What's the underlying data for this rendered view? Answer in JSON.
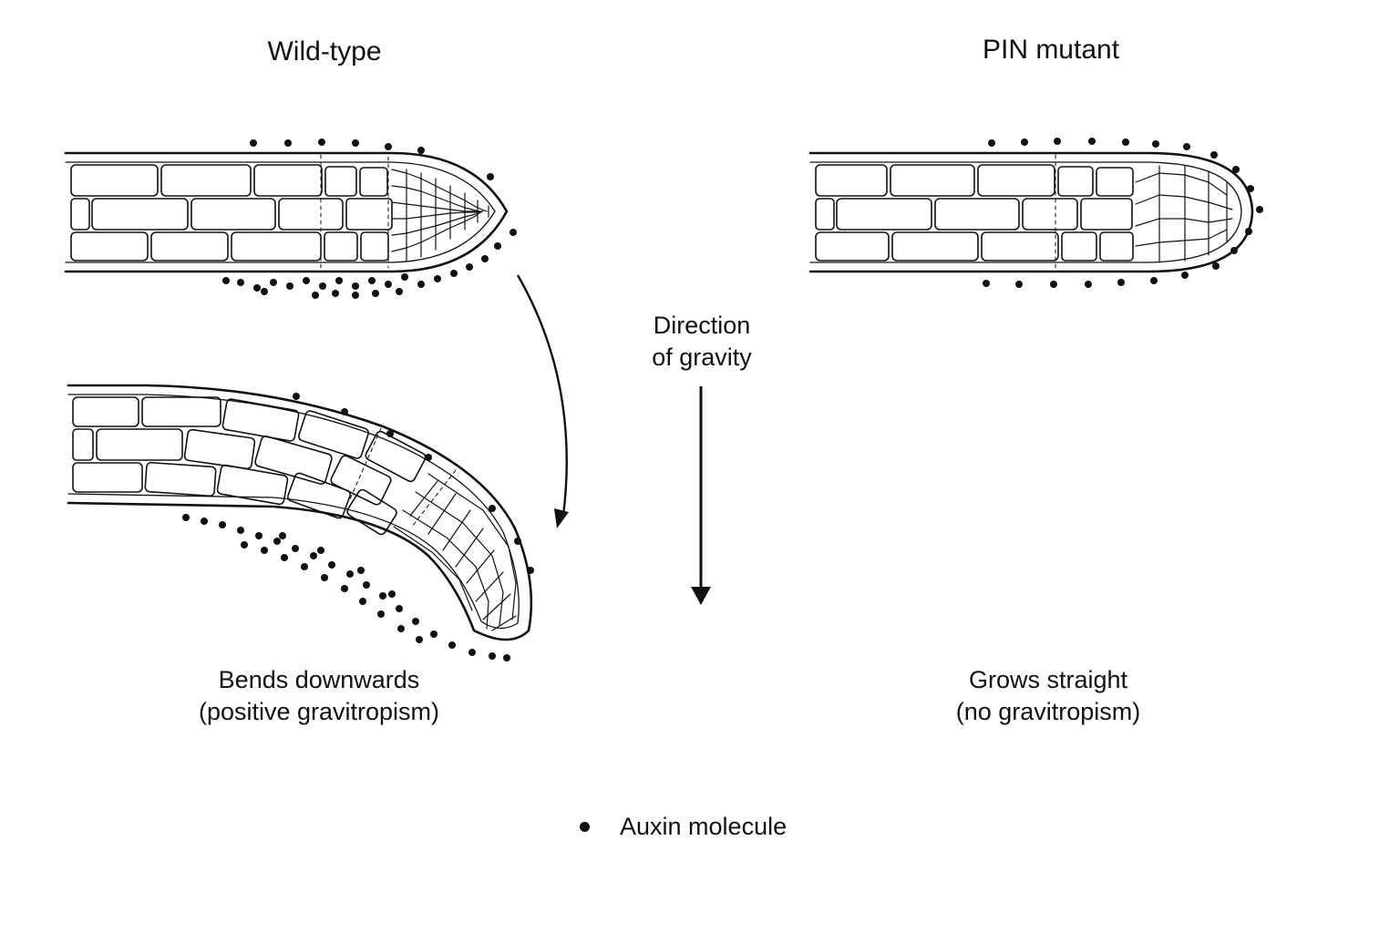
{
  "wild_type": {
    "title": "Wild-type",
    "caption_line1": "Bends downwards",
    "caption_line2": "(positive gravitropism)"
  },
  "pin_mutant": {
    "title": "PIN mutant",
    "caption_line1": "Grows straight",
    "caption_line2": "(no gravitropism)"
  },
  "gravity": {
    "label_line1": "Direction",
    "label_line2": "of gravity"
  },
  "legend": {
    "marker": "filled-dot",
    "label": "Auxin molecule"
  },
  "colors": {
    "ink": "#111111",
    "background": "#ffffff"
  }
}
